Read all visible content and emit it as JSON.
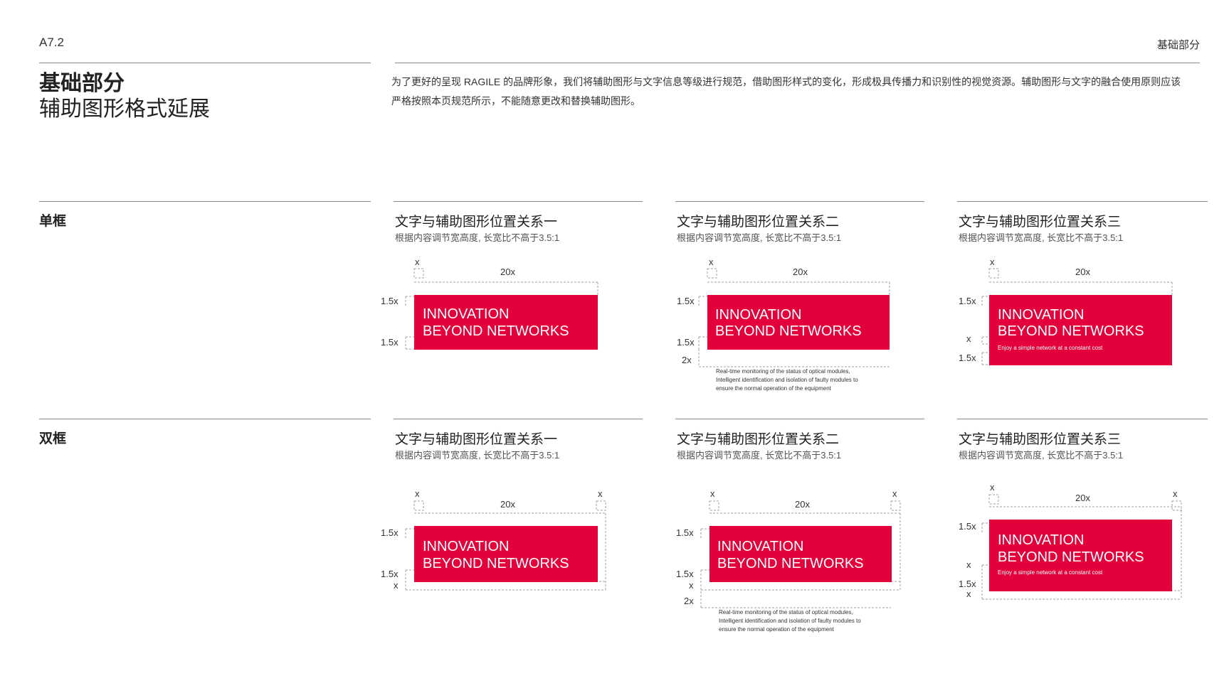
{
  "header": {
    "page_code": "A7.2",
    "section_tag": "基础部分",
    "title_main": "基础部分",
    "title_sub": "辅助图形格式延展",
    "intro": "为了更好的呈现 RAGILE 的品牌形象，我们将辅助图形与文字信息等级进行规范，借助图形样式的变化，形成极具传播力和识别性的视觉资源。辅助图形与文字的融合使用原则应该严格按照本页规范所示，不能随意更改和替换辅助图形。"
  },
  "rows": [
    {
      "label": "单框"
    },
    {
      "label": "双框"
    }
  ],
  "cards": [
    {
      "title": "文字与辅助图形位置关系一",
      "desc": "根据内容调节宽高度, 长宽比不高于3.5:1"
    },
    {
      "title": "文字与辅助图形位置关系二",
      "desc": "根据内容调节宽高度, 长宽比不高于3.5:1"
    },
    {
      "title": "文字与辅助图形位置关系三",
      "desc": "根据内容调节宽高度, 长宽比不高于3.5:1"
    }
  ],
  "graphic": {
    "headline_line1": "INNOVATION",
    "headline_line2": "BEYOND NETWORKS",
    "tagline": "Enjoy a simple network at a constant cost",
    "body_line1": "Real-time monitoring of the status of optical modules,",
    "body_line2": "Intelligent identification and isolation of faulty modules to",
    "body_line3": "ensure the normal operation of the equipment",
    "brand_red": "#e4003a",
    "guide_color": "#9a9a9a"
  },
  "dimensions": {
    "x": "x",
    "width_20x": "20x",
    "h_1_5x": "1.5x",
    "h_2x": "2x"
  }
}
